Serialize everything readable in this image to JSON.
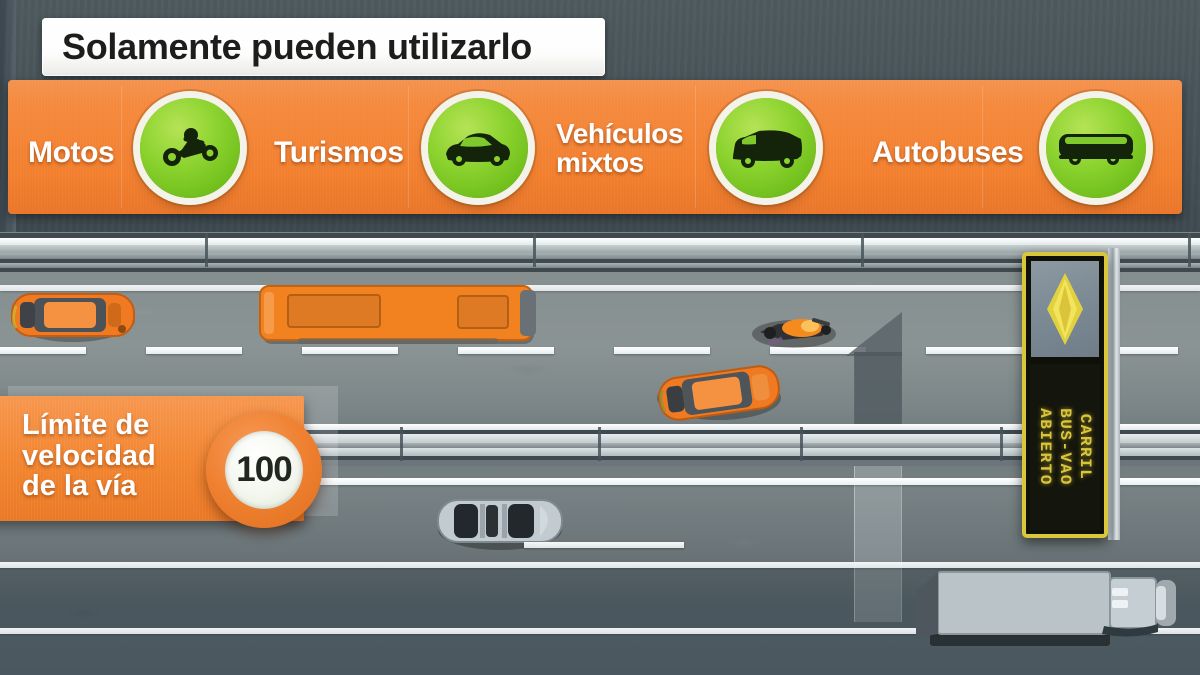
{
  "infographic": {
    "title": "Solamente pueden utilizarlo",
    "allowed_vehicles": [
      {
        "label": "Motos",
        "icon": "motorcycle-icon"
      },
      {
        "label": "Turismos",
        "icon": "car-icon"
      },
      {
        "label": "Vehículos\nmixtos",
        "icon": "van-icon"
      },
      {
        "label": "Autobuses",
        "icon": "bus-icon"
      }
    ],
    "speed_limit": {
      "label": "Límite de\nvelocidad\nde la vía",
      "value": "100"
    },
    "vms_sign": {
      "symbol": "yellow-arrow-icon",
      "lines": [
        "CARRIL",
        "BUS-VAO",
        "ABIERTO"
      ]
    },
    "colors": {
      "orange": "#f2802f",
      "green": "#8cd32f",
      "led_yellow": "#d9c63a",
      "asphalt": "#7d8789",
      "slab": "#47535a"
    }
  }
}
